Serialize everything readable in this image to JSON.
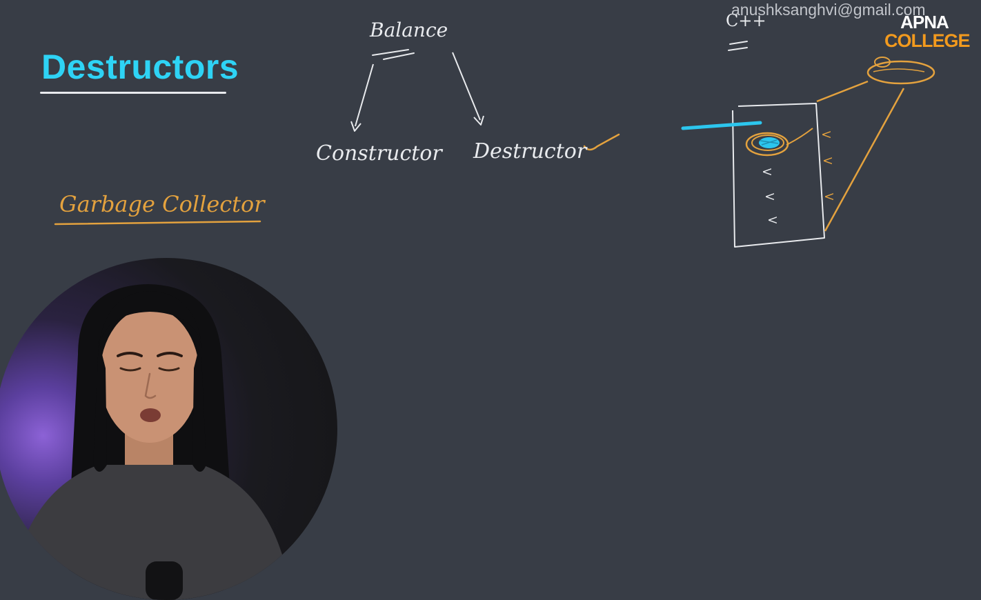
{
  "watermark": {
    "email": "anushksanghvi@gmail.com"
  },
  "logo": {
    "line1": "APNA",
    "line2": "COLLEGE"
  },
  "slide": {
    "title": "Destructors"
  },
  "annotations": {
    "balance": "Balance",
    "constructor": "Constructor",
    "destructor": "Destructor",
    "garbage_collector": "Garbage Collector",
    "cpp": "C++",
    "stack_marks": [
      "<",
      "<",
      "<",
      "<",
      "<",
      "<"
    ]
  },
  "colors": {
    "background": "#383d46",
    "title": "#2ed3f5",
    "chalk": "#e9ebee",
    "orange": "#e4a23e",
    "cyan": "#2cc6ee",
    "watermark": "#c2c5cb",
    "logo_orange": "#f29a1e"
  },
  "icons": [
    "heap-object-icon",
    "memory-stack-icon",
    "arrow-icon"
  ]
}
